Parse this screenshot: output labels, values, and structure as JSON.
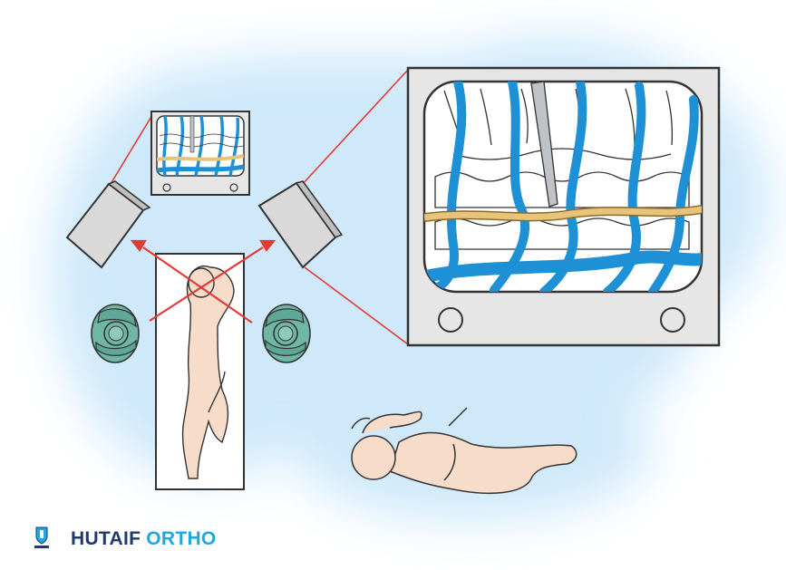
{
  "brand": {
    "name_part1": "HUTAIF",
    "name_part2": "ORTHO",
    "logo": "hutaif-shield-logo",
    "color_primary": "#1f3a6b",
    "color_accent": "#1ea7e1"
  },
  "illustration": {
    "spine_color": "#1e90d6",
    "vertebra_color": "#ffffff",
    "nerve_color": "#e8c37a",
    "skin_color": "#f7dcc9",
    "gown_color": "#6fb7a5",
    "pointer_line_color": "#e53935",
    "glow_color": "#cfe9fb"
  }
}
